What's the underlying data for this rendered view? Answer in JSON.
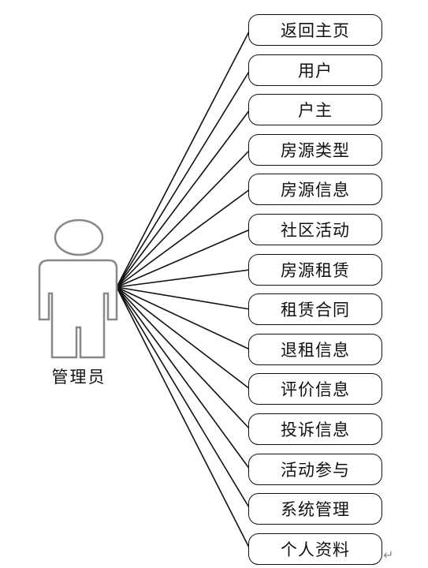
{
  "actor": {
    "label": "管理员"
  },
  "use_cases": [
    "返回主页",
    "用户",
    "户主",
    "房源类型",
    "房源信息",
    "社区活动",
    "房源租赁",
    "租赁合同",
    "退租信息",
    "评价信息",
    "投诉信息",
    "活动参与",
    "系统管理",
    "个人资料"
  ],
  "paragraph_mark": "↵"
}
